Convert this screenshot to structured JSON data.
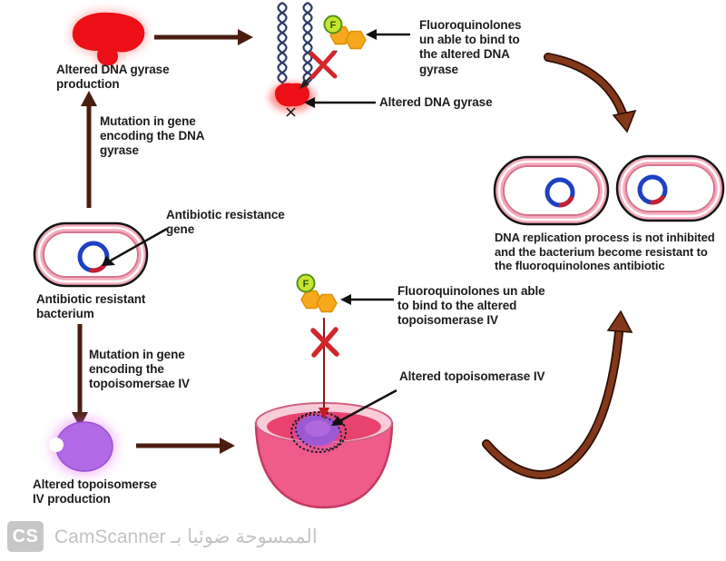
{
  "diagram": {
    "labels": {
      "altered_dna_gyrase_production": "Altered DNA gyrase\nproduction",
      "mutation_gene_gyrase": "Mutation in gene\nencoding the DNA\ngyrase",
      "fluoro_unable_gyrase": "Fluoroquinolones\nun able to bind to\nthe altered DNA\ngyrase",
      "altered_dna_gyrase": "Altered DNA gyrase",
      "antibiotic_resistance_gene": "Antibiotic resistance\ngene",
      "antibiotic_resistant_bacterium": "Antibiotic resistant\nbacterium",
      "dna_replication_note": "DNA replication process is not inhibited\nand the bacterium become resistant to\nthe fluoroquinolones antibiotic",
      "mutation_gene_topo": "Mutation in gene\nencoding the\ntopoisomersae IV",
      "altered_topo_production": "Altered topoisomerse\nIV production",
      "fluoro_unable_topo": "Fluoroquinolones un able\nto bind to the altered\ntopoisomerase IV",
      "altered_topoisomerase_iv": "Altered topoisomerase IV",
      "f": "F"
    },
    "watermark": {
      "logo": "CS",
      "text": "الممسوحة ضوئيا بـ CamScanner"
    },
    "colors": {
      "arrow_dark_brown": "#4a1d0e",
      "curved_arrow_brown": "#83381c",
      "enzyme_red": "#ec1016",
      "enzyme_purple": "#b269e6",
      "fluoroquinolone_orange": "#f6a91c",
      "f_badge_green": "#c6e52e",
      "cross_red": "#d2262b",
      "dna_navy": "#2c3a6b",
      "membrane_pink": "#f5abbe",
      "plasmid_blue": "#1e41c2",
      "gene_red": "#c42030",
      "cell_pink": "#ef5b8b",
      "watermark_gray": "#c3c3c3"
    }
  }
}
